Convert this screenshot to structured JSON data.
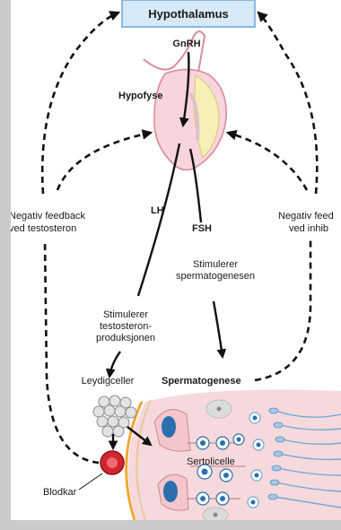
{
  "labels": {
    "hypothalamus": "Hypothalamus",
    "gnrh": "GnRH",
    "hypofyse": "Hypofyse",
    "lh": "LH",
    "fsh": "FSH",
    "neg_left_1": "Negativ feedback",
    "neg_left_2": "ved testosteron",
    "neg_right_1": "Negativ feed",
    "neg_right_2": "ved inhib",
    "stim_sperm_1": "Stimulerer",
    "stim_sperm_2": "spermatogenesen",
    "stim_test_1": "Stimulerer",
    "stim_test_2": "testosteron-",
    "stim_test_3": "produksjonen",
    "leydig": "Leydigceller",
    "spermatogenese": "Spermatogenese",
    "sertoli": "Sertolicelle",
    "blodkar": "Blodkar"
  },
  "colors": {
    "hypothalamus_box": "#d7e8f6",
    "hypothalamus_border": "#6aa7d8",
    "pituitary": "#f8d4dd",
    "pituitary_lobe": "#f6efb6",
    "tissue": "#f6d9dc",
    "membrane": "#f0a830",
    "blood_vessel": "#d0262f",
    "nucleus": "#2b6fae",
    "sperm_tail": "#6ea9d8"
  }
}
